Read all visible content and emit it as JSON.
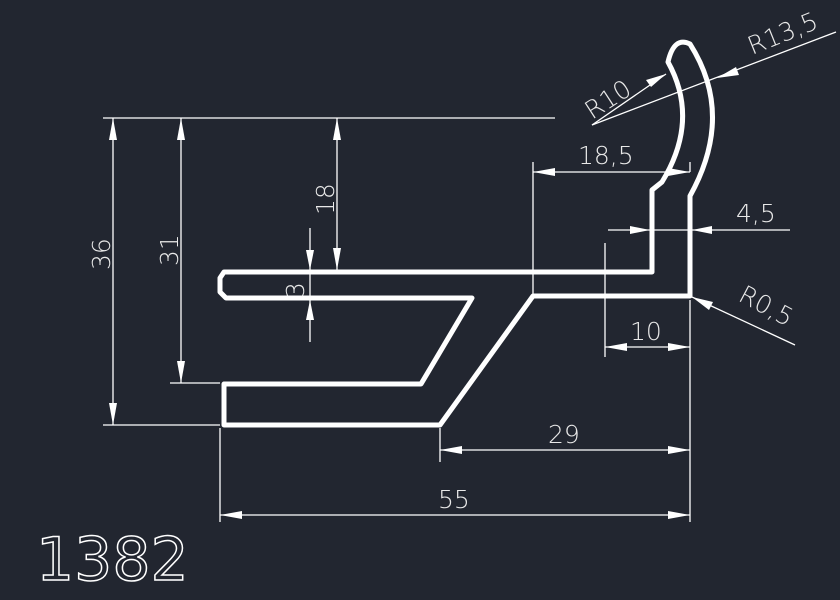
{
  "drawing": {
    "part_number": "1382",
    "colors": {
      "background": "#222630",
      "lines": "#ffffff"
    },
    "dimensions": {
      "overall_height": "36",
      "lower_arm_height": "31",
      "upper_arm_offset": "18",
      "wall_thickness": "3",
      "hook_width": "18,5",
      "hook_wall": "4,5",
      "radius_inner": "R10",
      "radius_outer": "R13,5",
      "corner_radius": "R0,5",
      "base_step": "10",
      "diagonal_offset": "29",
      "overall_width": "55"
    }
  }
}
